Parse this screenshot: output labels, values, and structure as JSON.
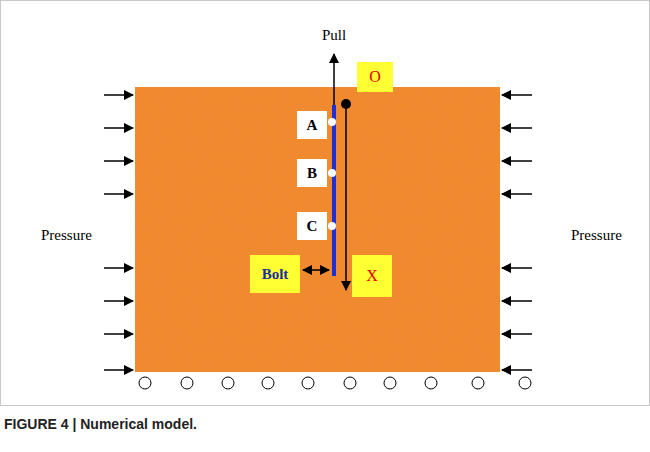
{
  "diagram": {
    "caption": "FIGURE 4 | Numerical model.",
    "nodes": [
      {
        "text": [
          "O"
        ]
      },
      {
        "text": [
          "A"
        ]
      },
      {
        "text": [
          "B"
        ]
      },
      {
        "text": [
          "C"
        ]
      },
      {
        "text": [
          "Bolt"
        ]
      },
      {
        "text": [
          "X"
        ]
      }
    ],
    "labels": [
      "Pull",
      "Pressure",
      "Pressure"
    ]
  }
}
